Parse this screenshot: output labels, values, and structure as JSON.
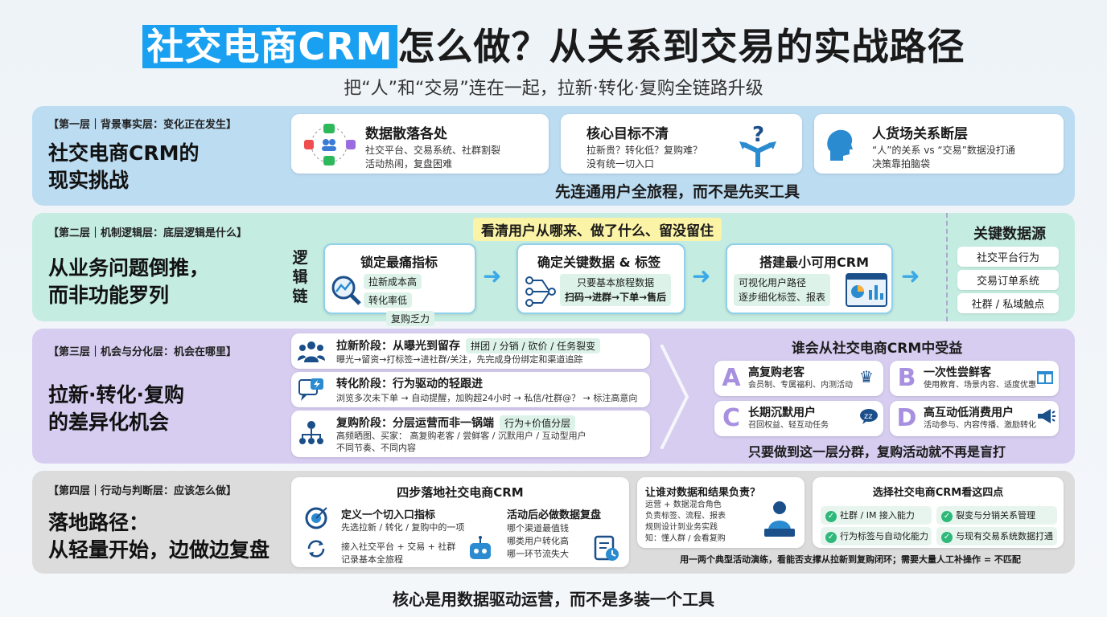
{
  "header": {
    "title_highlight": "社交电商CRM",
    "title_rest": "怎么做？从关系到交易的实战路径",
    "subtitle": "把“人”和“交易”连在一起，拉新·转化·复购全链路升级"
  },
  "layer1": {
    "tag": "【第一层｜背景事实层：变化正在发生】",
    "title_line1": "社交电商CRM的",
    "title_line2": "现实挑战",
    "cards": [
      {
        "title": "数据散落各处",
        "line1": "社交平台、交易系统、社群割裂",
        "line2": "活动热闹，复盘困难",
        "icon": "scattered-apps-icon"
      },
      {
        "title": "核心目标不清",
        "line1": "拉新贵？转化低？复购难？",
        "line2": "没有统一切入口",
        "icon": "question-crossroads-icon"
      },
      {
        "title": "人货场关系断层",
        "line1": "“人”的关系 vs “交易”数据没打通",
        "line2": "决策靠拍脑袋",
        "icon": "head-profile-icon"
      }
    ],
    "conclusion": "先连通用户全旅程，而不是先买工具"
  },
  "layer2": {
    "tag": "【第二层｜机制逻辑层：底层逻辑是什么】",
    "title_line1": "从业务问题倒推，",
    "title_line2": "而非功能罗列",
    "logic_label": "逻辑链",
    "banner": "看清用户从哪来、做了什么、留没留住",
    "steps": [
      {
        "title": "锁定最痛指标",
        "pills": [
          "拉新成本高",
          "转化率低",
          "复购乏力"
        ],
        "icon": "magnifier-chart-icon"
      },
      {
        "title": "确定关键数据 & 标签",
        "box_title": "只要基本旅程数据",
        "box_line": "扫码→进群→下单→售后",
        "icon": "flow-nodes-icon"
      },
      {
        "title": "搭建最小可用CRM",
        "box_line1": "可视化用户路径",
        "box_line2": "逐步细化标签、报表",
        "icon": "dashboard-icon"
      }
    ],
    "sources_title": "关键数据源",
    "sources": [
      "社交平台行为",
      "交易订单系统",
      "社群 / 私域触点"
    ]
  },
  "layer3": {
    "tag": "【第三层｜机会与分化层：机会在哪里】",
    "title_line1": "拉新·转化·复购",
    "title_line2": "的差异化机会",
    "stages": [
      {
        "title": "拉新阶段：从曝光到留存",
        "pill": "拼团 / 分销 / 砍价 / 任务裂变",
        "line": "曝光→留资→打标签→进社群/关注，先完成身份绑定和渠道追踪",
        "icon": "people-group-icon"
      },
      {
        "title": "转化阶段：行为驱动的轻跟进",
        "pill": "",
        "line": "浏览多次未下单 → 自动提醒，加购超24小时 → 私信/社群@？ → 标注高意向",
        "icon": "chat-bolt-icon"
      },
      {
        "title": "复购阶段：分层运营而非一锅端",
        "pill": "行为+价值分层",
        "line": "高频晒图、买家： 高复购老客 / 尝鲜客 / 沉默用户 / 互动型用户",
        "line2": "不同节奏、不同内容",
        "icon": "hierarchy-icon"
      }
    ],
    "beneficiary_title": "谁会从社交电商CRM中受益",
    "beneficiaries": [
      {
        "letter": "A",
        "title": "高复购老客",
        "desc": "会员制、专属福利、内测活动",
        "icon": "crown-icon"
      },
      {
        "letter": "B",
        "title": "一次性尝鲜客",
        "desc": "使用教育、场景内容、适度优惠",
        "icon": "gift-icon"
      },
      {
        "letter": "C",
        "title": "长期沉默用户",
        "desc": "召回权益、轻互动任务",
        "icon": "sleep-chat-icon"
      },
      {
        "letter": "D",
        "title": "高互动低消费用户",
        "desc": "活动参与、内容传播、激励转化",
        "icon": "megaphone-icon"
      }
    ],
    "conclusion": "只要做到这一层分群，复购活动就不再是盲打"
  },
  "layer4": {
    "tag": "【第四层｜行动与判断层：应该怎么做】",
    "title_line1": "落地路径：",
    "title_line2": "从轻量开始，边做边复盘",
    "four_steps_title": "四步落地社交电商CRM",
    "step_a_title": "定义一个切入口指标",
    "step_a_line": "先选拉新 / 转化 / 复购中的一项",
    "step_b_line1": "接入社交平台 + 交易 + 社群",
    "step_b_line2": "记录基本全旅程",
    "step_c_title": "活动后必做数据复盘",
    "step_c_items": [
      "哪个渠道最值钱",
      "哪类用户转化高",
      "哪一环节流失大"
    ],
    "owner_title": "让谁对数据和结果负责？",
    "owner_lines": [
      "运营 + 数据混合角色",
      "负责标签、流程、报表",
      "规则设计到业务实践",
      "知：懂人群 / 会看复购"
    ],
    "check_title": "选择社交电商CRM看这四点",
    "checks": [
      "社群 / IM 接入能力",
      "裂变与分销关系管理",
      "行为标签与自动化能力",
      "与现有交易系统数据打通"
    ],
    "judge": "用一两个典型活动演练，看能否支撑从拉新到复购闭环；需要大量人工补操作 = 不匹配"
  },
  "footer": "核心是用数据驱动运营，而不是多装一个工具",
  "colors": {
    "accent_blue": "#1aa0f0",
    "layer1": "#bcdcf2",
    "layer2": "#c4ece0",
    "layer3": "#d6cdf0",
    "layer4": "#dcdcdc",
    "banner_yellow": "#fbf3a6"
  }
}
